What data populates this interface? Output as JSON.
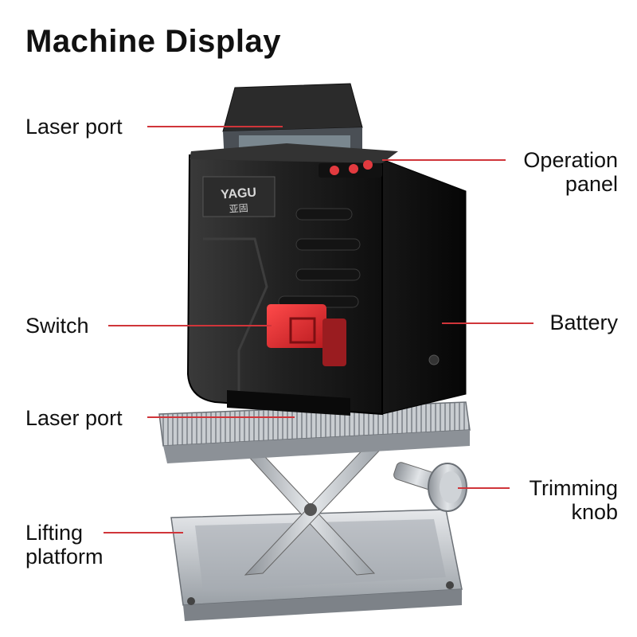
{
  "title": "Machine Display",
  "brand": "YAGU",
  "brand_cn": "亚固",
  "labels": {
    "laser_port_top": "Laser port",
    "operation_panel_1": "Operation",
    "operation_panel_2": "panel",
    "switch": "Switch",
    "battery": "Battery",
    "laser_port_bottom": "Laser port",
    "trimming_knob_1": "Trimming",
    "trimming_knob_2": "knob",
    "lifting_platform_1": "Lifting",
    "lifting_platform_2": "platform"
  },
  "colors": {
    "accent_red": "#d0353a",
    "body_black": "#1a1a1a",
    "metal": "#b9bec4"
  }
}
